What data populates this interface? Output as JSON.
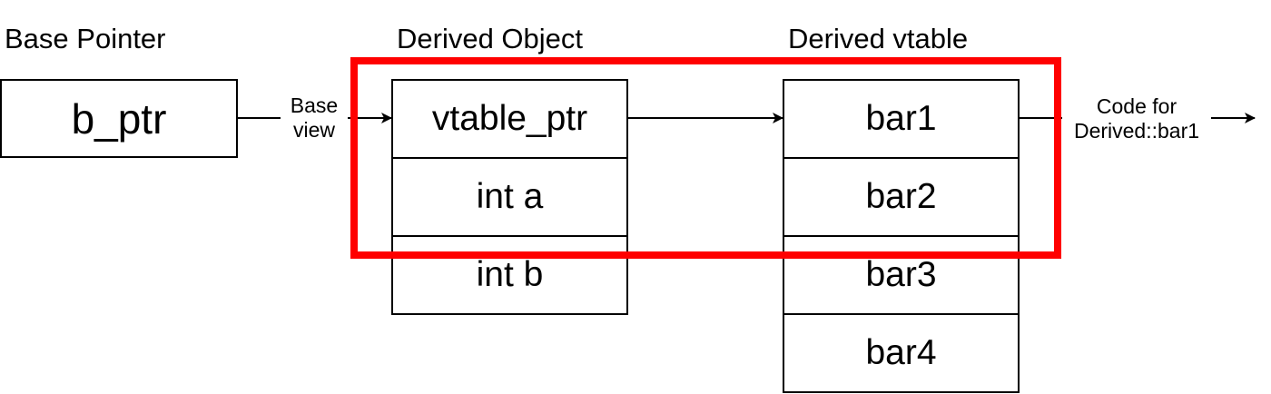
{
  "colors": {
    "line": "#000000",
    "highlight": "#ff0000",
    "background": "#ffffff"
  },
  "base_pointer": {
    "title": "Base Pointer",
    "box_label": "b_ptr"
  },
  "derived_object": {
    "title": "Derived Object",
    "fields": [
      "vtable_ptr",
      "int a",
      "int b"
    ]
  },
  "derived_vtable": {
    "title": "Derived vtable",
    "entries": [
      "bar1",
      "bar2",
      "bar3",
      "bar4"
    ]
  },
  "edges": {
    "base_view": {
      "line1": "Base",
      "line2": "view"
    },
    "code_for": {
      "line1": "Code for",
      "line2": "Derived::bar1"
    }
  }
}
